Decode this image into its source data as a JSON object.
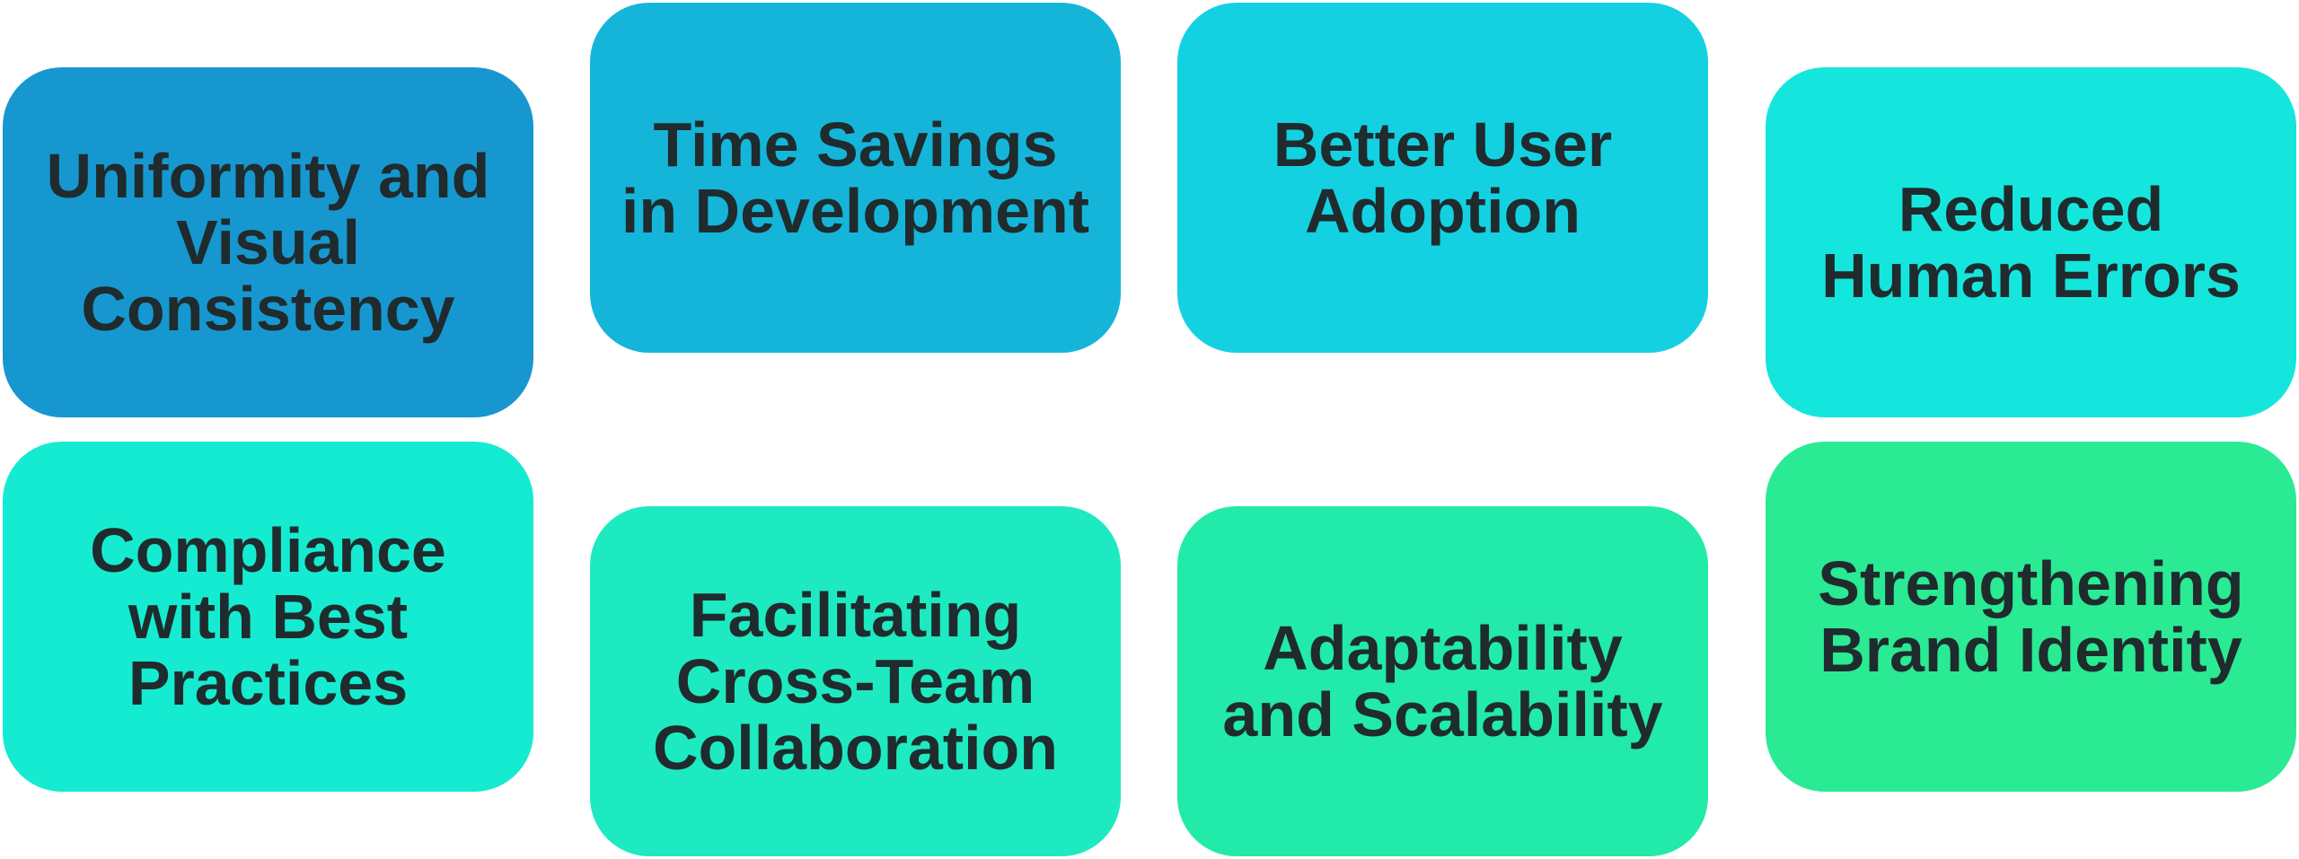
{
  "tiles": [
    {
      "lines": [
        "Uniformity and",
        "Visual",
        "Consistency"
      ],
      "color": "#1797d0"
    },
    {
      "lines": [
        "Time Savings",
        "in Development"
      ],
      "color": "#15b5da"
    },
    {
      "lines": [
        "Better User",
        "Adoption"
      ],
      "color": "#14d1e2"
    },
    {
      "lines": [
        "Reduced",
        "Human Errors"
      ],
      "color": "#14e6de"
    },
    {
      "lines": [
        "Compliance",
        "with Best",
        "Practices"
      ],
      "color": "#15ebd0"
    },
    {
      "lines": [
        "Facilitating",
        "Cross-Team",
        "Collaboration"
      ],
      "color": "#1eeac1"
    },
    {
      "lines": [
        "Adaptability",
        "and Scalability"
      ],
      "color": "#22eaa9"
    },
    {
      "lines": [
        "Strengthening",
        "Brand Identity"
      ],
      "color": "#2aea93"
    }
  ]
}
